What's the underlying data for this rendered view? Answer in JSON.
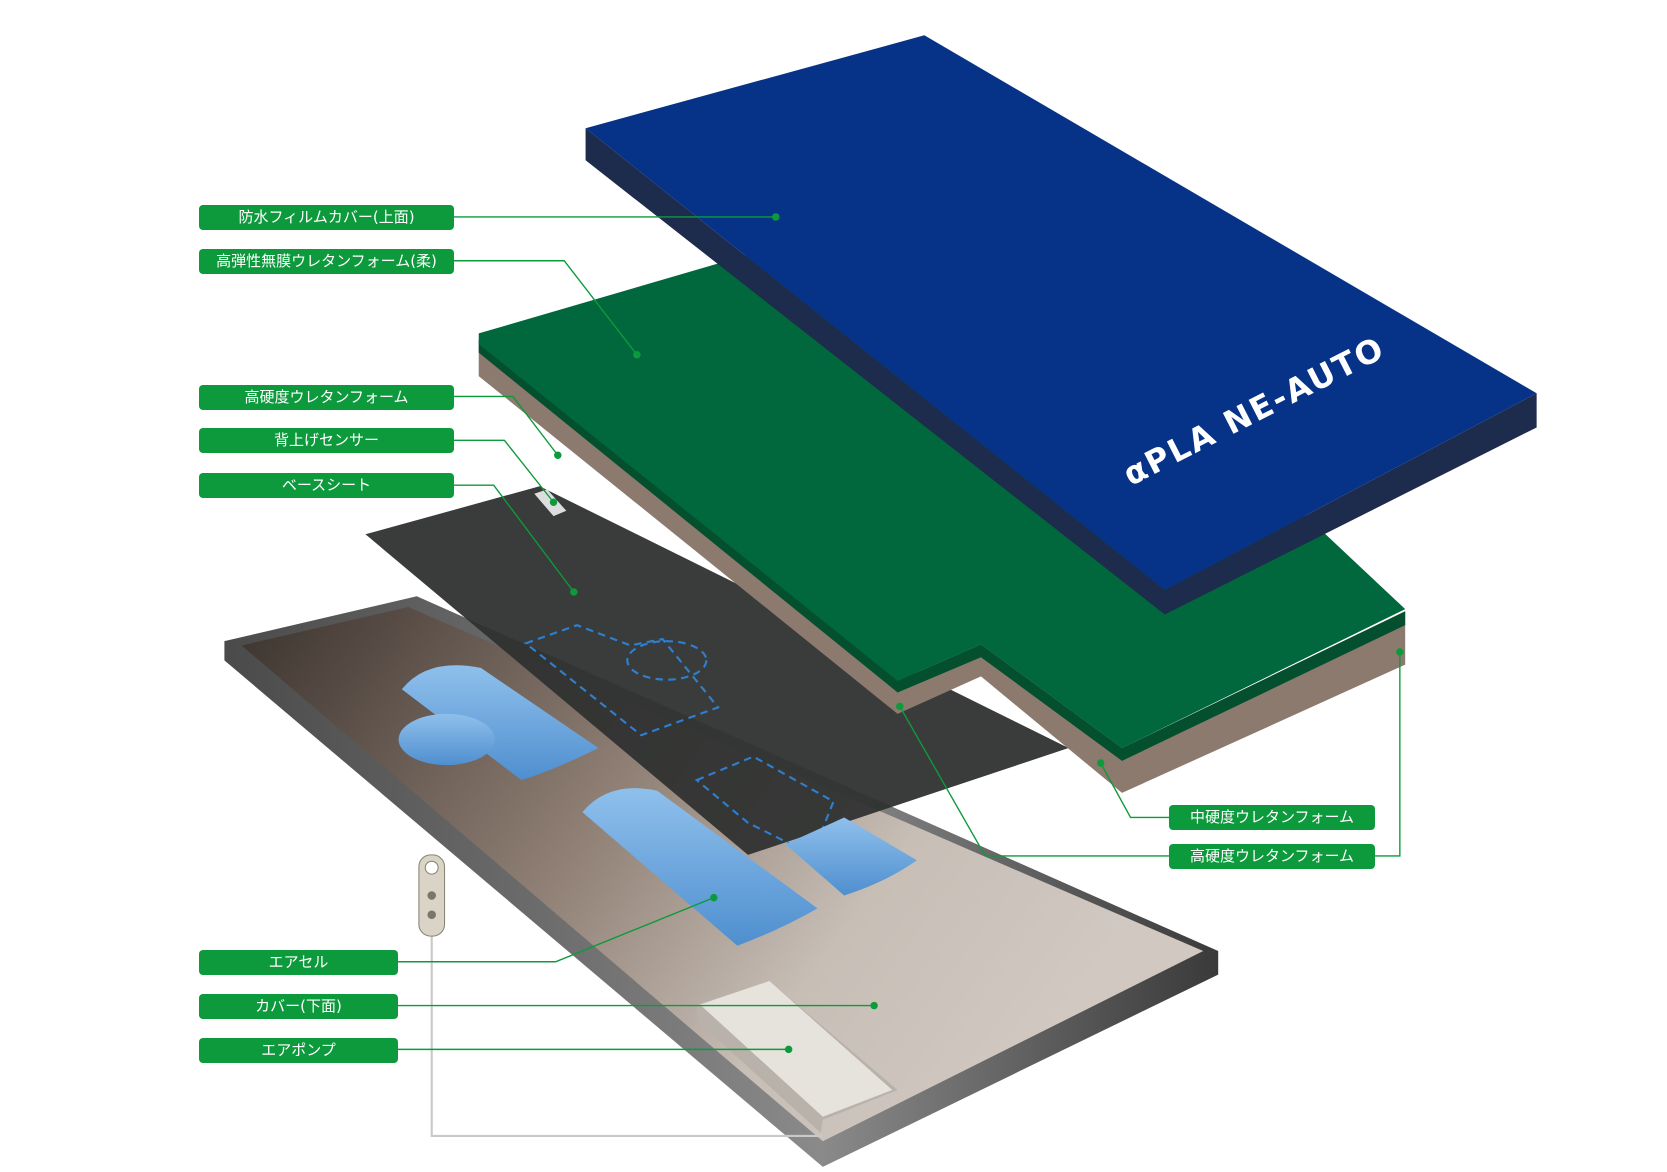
{
  "logo": "αPLA NE-AUTO",
  "labels": {
    "top_cover": "防水フィルムカバー(上面)",
    "soft_foam": "高弾性無膜ウレタンフォーム(柔)",
    "hard_foam_left": "高硬度ウレタンフォーム",
    "back_sensor": "背上げセンサー",
    "base_sheet": "ベースシート",
    "medium_foam": "中硬度ウレタンフォーム",
    "hard_foam_right": "高硬度ウレタンフォーム",
    "air_cell": "エアセル",
    "bottom_cover": "カバー(下面)",
    "air_pump": "エアポンプ"
  },
  "colors": {
    "label_green": "#0d9a3c",
    "top_cover_blue": "#063387",
    "foam_green": "#00683c",
    "air_cell_blue": "#6fa9dd"
  }
}
